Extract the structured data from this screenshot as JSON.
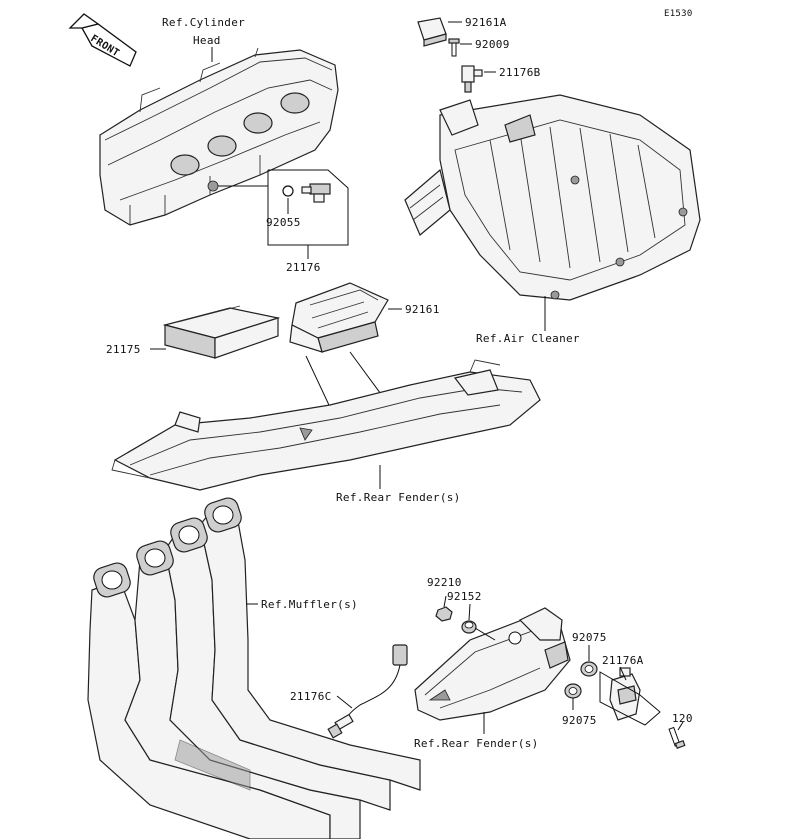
{
  "diagram_code": "E1530",
  "front_label": "FRONT",
  "labels": {
    "ref_cylinder_head_1": "Ref.Cylinder",
    "ref_cylinder_head_2": "Head",
    "p92161A": "92161A",
    "p92009": "92009",
    "p21176B": "21176B",
    "p92055": "92055",
    "p21176": "21176",
    "p92161": "92161",
    "p21175": "21175",
    "ref_air_cleaner": "Ref.Air Cleaner",
    "ref_rear_fender_top": "Ref.Rear Fender(s)",
    "ref_muffler": "Ref.Muffler(s)",
    "p92210": "92210",
    "p92152": "92152",
    "p92075_a": "92075",
    "p21176A": "21176A",
    "p21176C": "21176C",
    "p92075_b": "92075",
    "p120": "120",
    "ref_rear_fender_bottom": "Ref.Rear Fender(s)"
  }
}
